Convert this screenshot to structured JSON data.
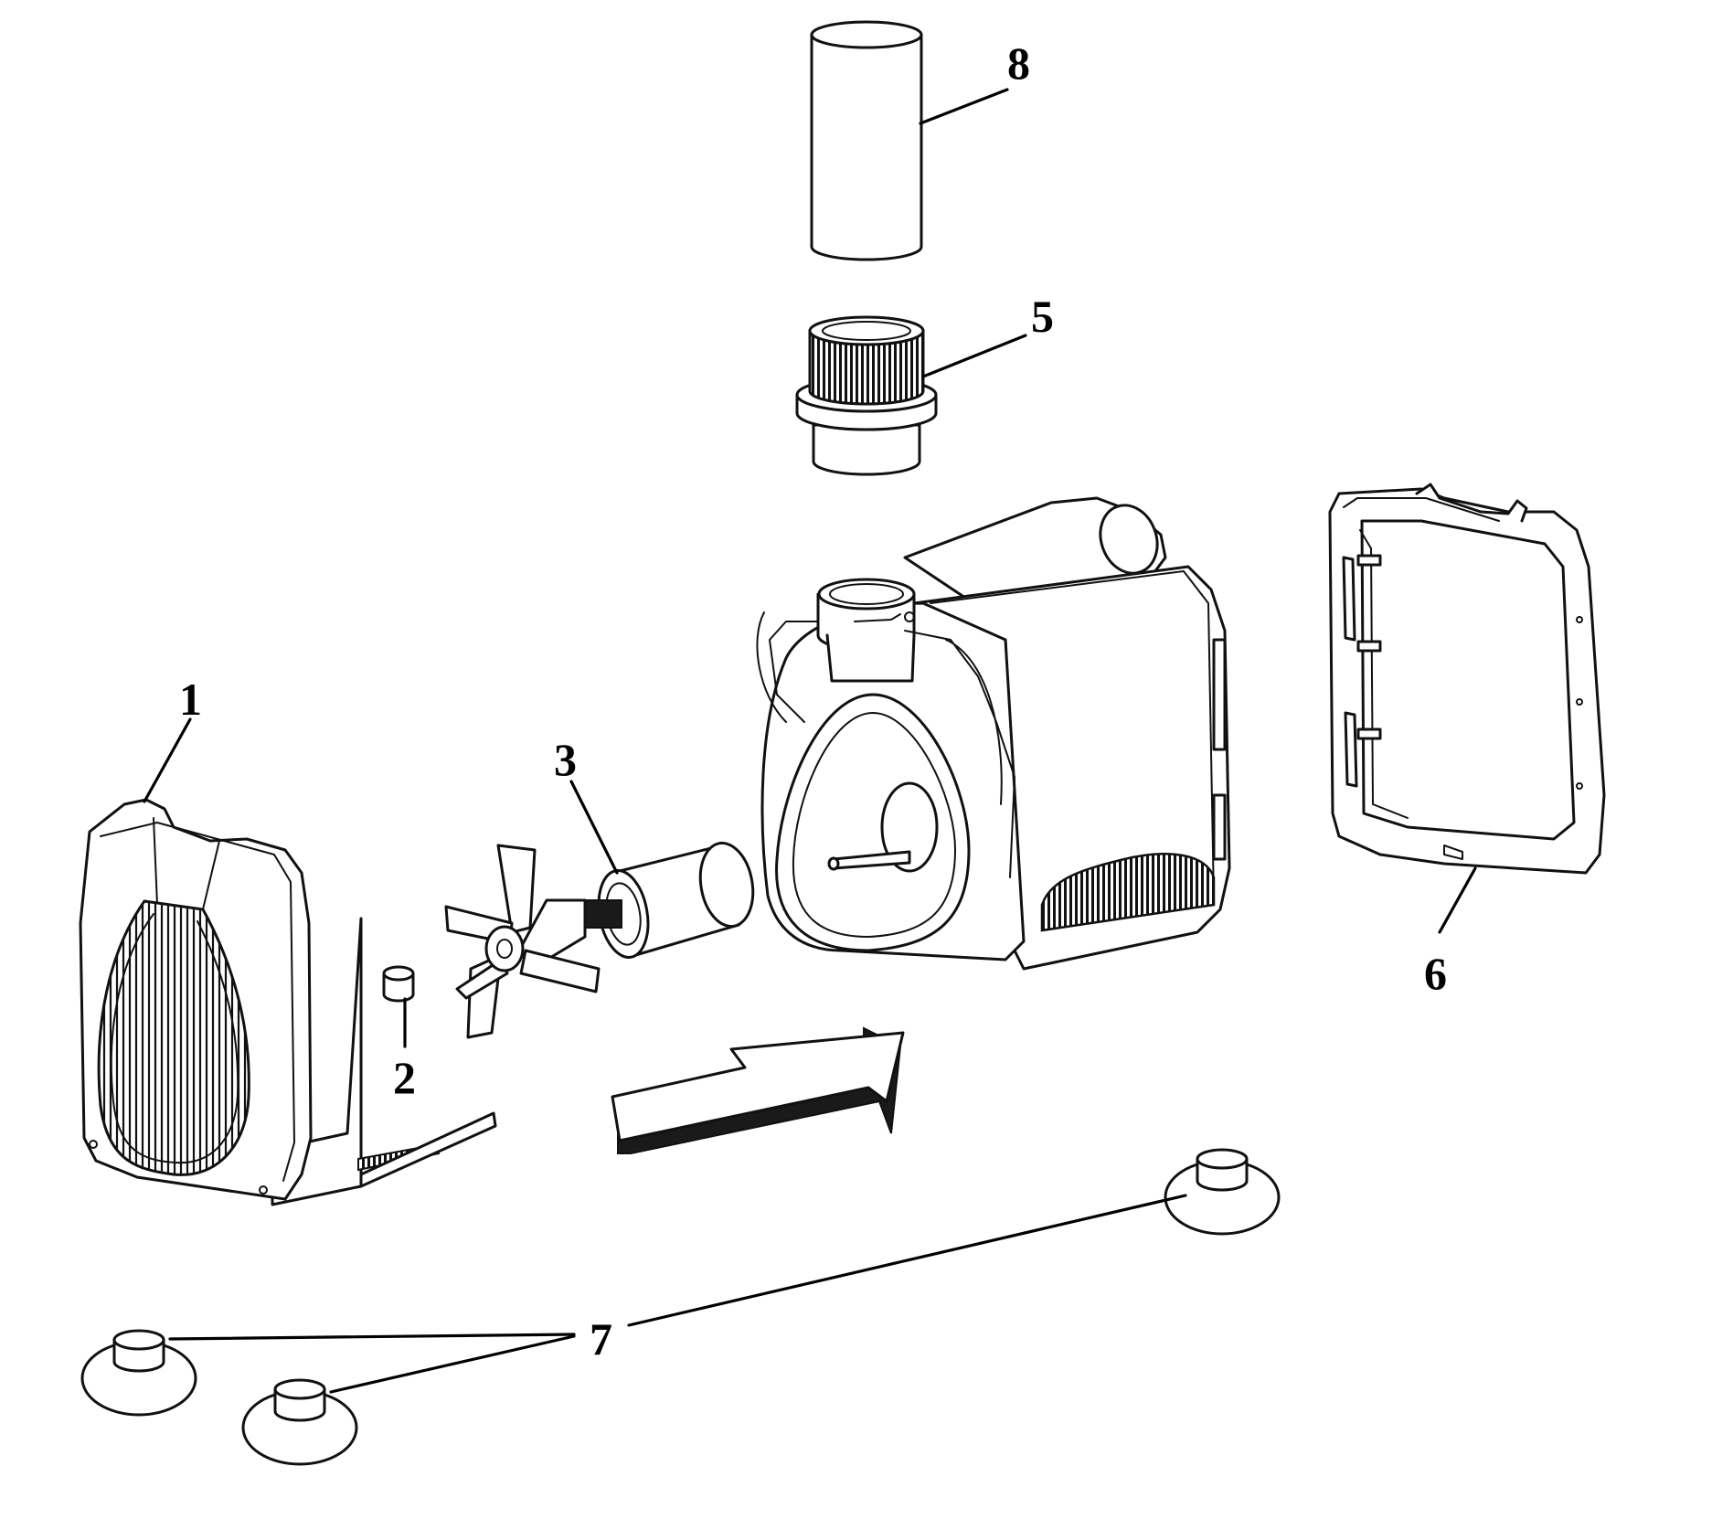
{
  "callouts": {
    "part_1": "1",
    "part_2": "2",
    "part_3": "3",
    "part_5": "5",
    "part_6": "6",
    "part_7": "7",
    "part_8": "8"
  },
  "colors": {
    "line": "#111111",
    "background": "#ffffff",
    "arrow_shadow": "#1a1a1a"
  }
}
